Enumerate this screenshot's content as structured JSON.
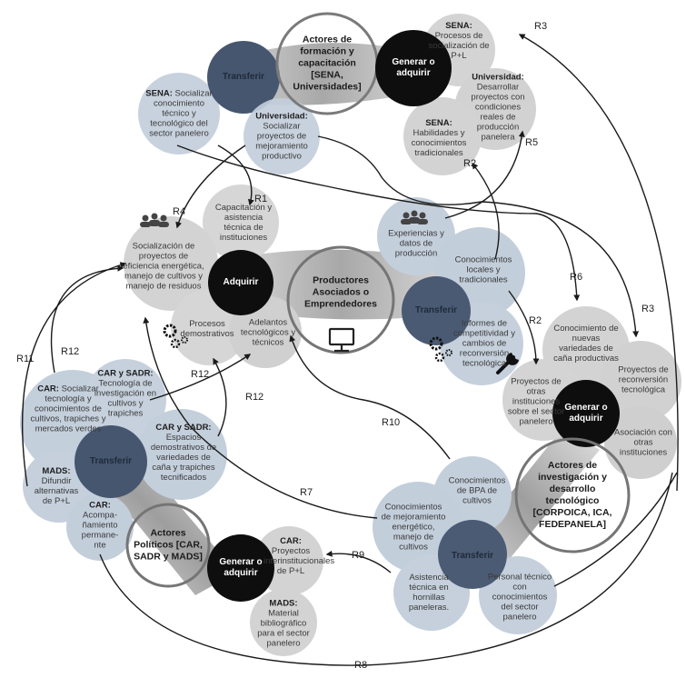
{
  "colors": {
    "blue_light": "#c3cfdc",
    "blue_mid": "#a9b8cb",
    "blue_dark": "#44546e",
    "gray_light": "#d3d3d3",
    "gray_mid": "#bdbdbd",
    "black_hub": "#0d0d0d",
    "band_gray": "#b4b4b4",
    "line": "#1a1a1a"
  },
  "center": {
    "title": "Productores Asociados o Emprendedores",
    "hub": "Adquirir",
    "icon": "monitor-icon",
    "satellites": {
      "capacitacion": "Capacitación y asistencia técnica de instituciones",
      "socializacion": "Socialización de proyectos de eficiencia energética, manejo de cultivos y manejo de residuos",
      "procesos": "Procesos demostrativos",
      "adelantos": "Adelantos tecnológicos y técnicos",
      "experiencias": "Experiencias y datos de producción",
      "conocimientos_locales": "Conocimientos locales y tradicionales",
      "informes": "Informes de competitividad y cambios de reconversión tecnológica"
    },
    "hub_transferir": "Transferir"
  },
  "formacion": {
    "title": "Actores de formación y capacitación [SENA, Universidades]",
    "hub_transferir": "Transferir",
    "hub_generar": "Generar o adquirir",
    "sena_socializar_bold": "SENA:",
    "sena_socializar": "Socializar conocimiento técnico y tecnológico del sector panelero",
    "univ_socializar_bold": "Universidad:",
    "univ_socializar": "Socializar proyectos de mejoramiento productivo",
    "sena_procesos_bold": "SENA:",
    "sena_procesos": "Procesos de socialización de P+L",
    "univ_desarrollar_bold": "Universidad:",
    "univ_desarrollar": "Desarrollar proyectos con condiciones reales de producción panelera",
    "sena_habilidades_bold": "SENA:",
    "sena_habilidades": "Habilidades y conocimientos tradicionales"
  },
  "investigacion": {
    "title": "Actores de investigación y desarrollo tecnológico [CORPOICA, ICA, FEDEPANELA]",
    "hub_generar": "Generar o adquirir",
    "hub_transferir": "Transferir",
    "conocimiento_variedades": "Conocimiento de nuevas variedades de caña productivas",
    "proyectos_reconversion": "Proyectos de reconversión tecnológica",
    "proyectos_otras": "Proyectos de otras instituciones sobre el sector panelero",
    "asociacion": "Asociación con otras instituciones",
    "conocimientos_bpa": "Conocimientos de BPA de cultivos",
    "conocimientos_mejoramiento": "Conocimientos de mejoramiento energético, manejo de cultivos",
    "asistencia": "Asistencia técnica en hornillas paneleras.",
    "personal": "Personal técnico con conocimientos del sector panelero"
  },
  "politicos": {
    "title": "Actores Políticos [CAR, SADR y MADS]",
    "hub_transferir": "Transferir",
    "hub_generar": "Generar o adquirir",
    "car_socializar_bold": "CAR:",
    "car_socializar": "Socializar tecnología y conocimientos de cultivos, trapiches y mercados verdes",
    "car_sadr_tecnologia_bold": "CAR y SADR:",
    "car_sadr_tecnologia": "Tecnología de investigación en cultivos y trapiches",
    "car_sadr_espacios_bold": "CAR y SADR:",
    "car_sadr_espacios": "Espacios demostrativos de variedades de caña y trapiches tecnificados",
    "mads_difundir_bold": "MADS:",
    "mads_difundir": "Difundir alternativas de P+L",
    "car_acomp_bold": "CAR:",
    "car_acomp": "Acompa-ñamiento permane-nte",
    "car_proyectos_bold": "CAR:",
    "car_proyectos": "Proyectos interinstitucionales de P+L",
    "mads_material_bold": "MADS:",
    "mads_material": "Material bibliográfico para el sector panelero"
  },
  "relations": [
    "R1",
    "R2",
    "R2",
    "R3",
    "R3",
    "R4",
    "R5",
    "R6",
    "R7",
    "R8",
    "R9",
    "R10",
    "R11",
    "R12",
    "R12",
    "R12"
  ],
  "icons": [
    "people-icon",
    "gears-icon",
    "wrench-icon",
    "monitor-icon"
  ]
}
